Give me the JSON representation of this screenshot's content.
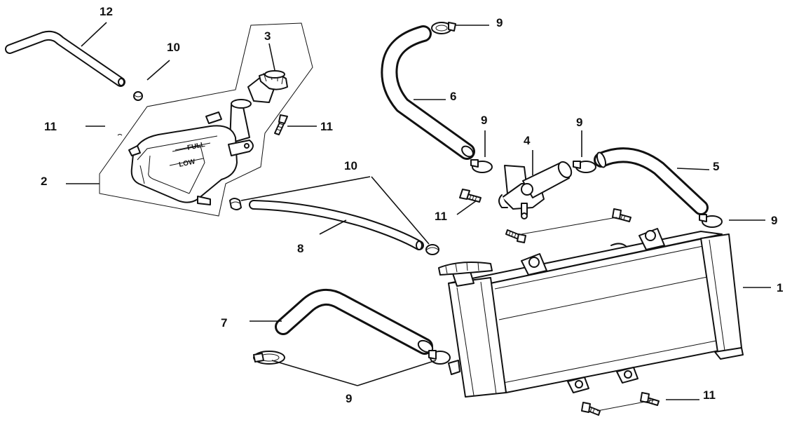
{
  "diagram": {
    "callouts": {
      "c1": "1",
      "c2": "2",
      "c3": "3",
      "c4": "4",
      "c5": "5",
      "c6": "6",
      "c7": "7",
      "c8": "8",
      "c9a": "9",
      "c9b": "9",
      "c9c": "9",
      "c9d": "9",
      "c9e": "9",
      "c10a": "10",
      "c10b": "10",
      "c11a": "11",
      "c11b": "11",
      "c11c": "11",
      "c11d": "11",
      "c12": "12"
    },
    "tank_markings": {
      "full": "FULL",
      "low": "LOW"
    },
    "colors": {
      "line": "#111111",
      "background": "#ffffff"
    }
  }
}
